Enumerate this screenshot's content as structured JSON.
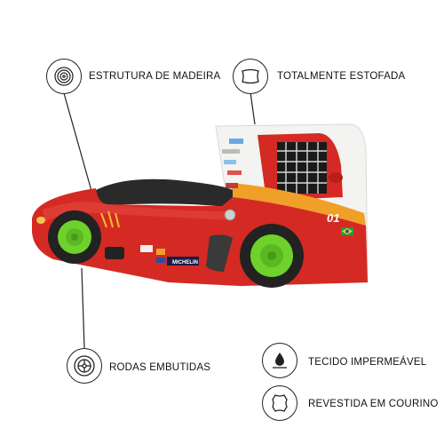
{
  "features": {
    "estrutura": {
      "label": "ESTRUTURA DE MADEIRA",
      "icon": "wood-log-icon"
    },
    "estofada": {
      "label": "TOTALMENTE ESTOFADA",
      "icon": "pillow-icon"
    },
    "rodas": {
      "label": "RODAS EMBUTIDAS",
      "icon": "wheel-icon"
    },
    "tecido": {
      "label": "TECIDO IMPERMEÁVEL",
      "icon": "water-drop-icon"
    },
    "couro": {
      "label": "REVESTIDA EM COURINO",
      "icon": "leather-hide-icon"
    }
  },
  "product": {
    "name_number": "01",
    "sticker_brand": "MICHELIN",
    "body_color": "#d42a23",
    "wheel_color": "#6fd12b",
    "cab_color": "#f3f3f1",
    "stripe_color": "#f0a028"
  }
}
